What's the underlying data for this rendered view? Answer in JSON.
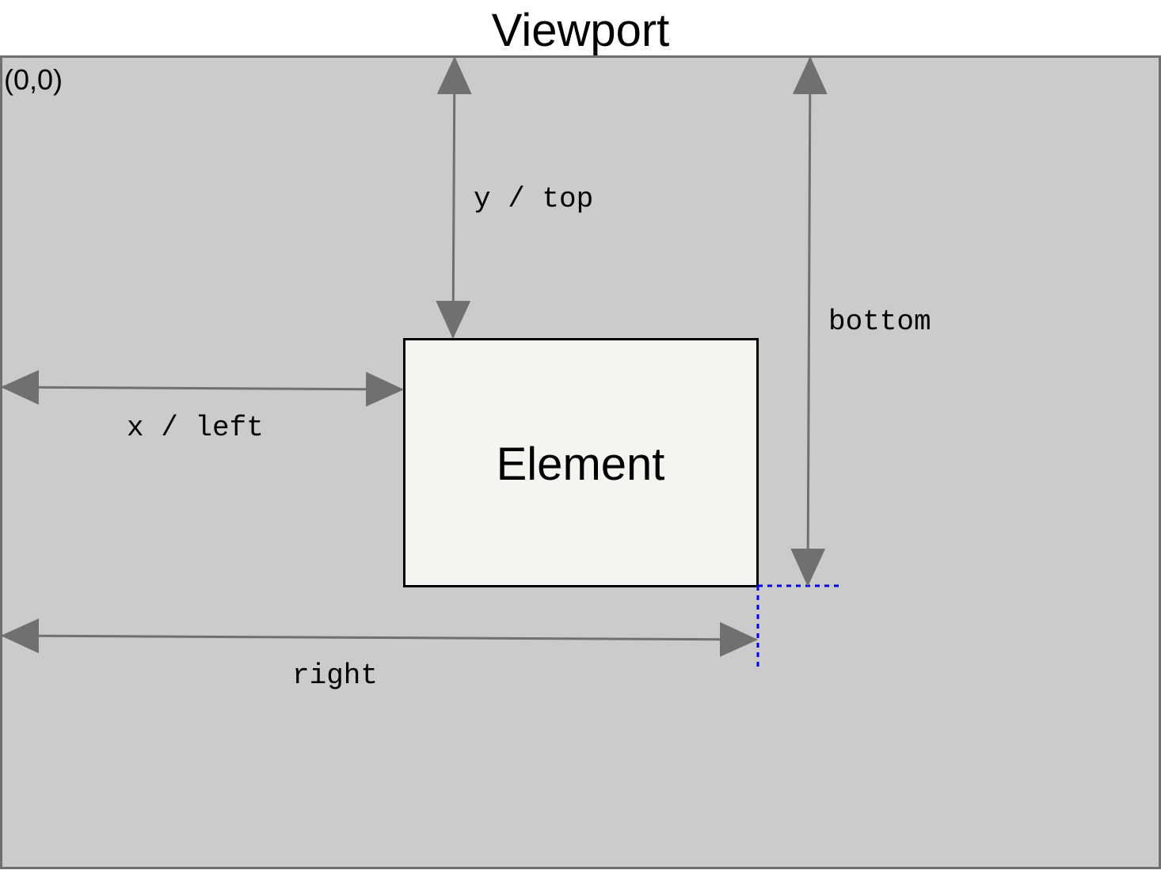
{
  "diagram": {
    "title": "Viewport",
    "origin_label": "(0,0)",
    "element_label": "Element",
    "measures": {
      "top": "y / top",
      "left": "x / left",
      "right": "right",
      "bottom": "bottom"
    }
  },
  "colors": {
    "viewport_fill": "#cbcbcb",
    "viewport_border": "#707070",
    "element_fill": "#f6f4f0",
    "element_border": "#000000",
    "arrow": "#707070",
    "guide": "#0000ee",
    "text": "#000000"
  }
}
